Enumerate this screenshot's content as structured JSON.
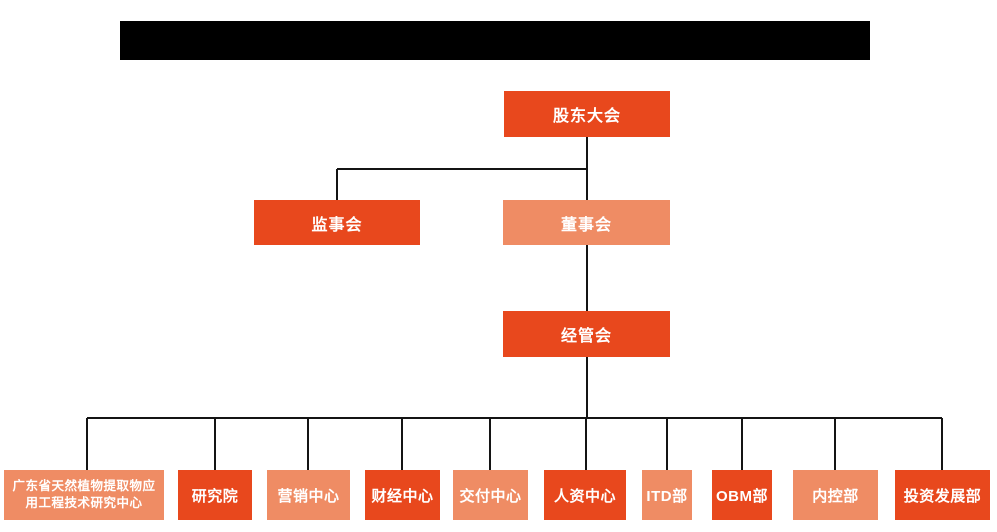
{
  "colors": {
    "primary": "#E8481D",
    "secondary": "#EF8C64",
    "line": "#141414",
    "text": "#FFFFFF",
    "redaction": "#000000"
  },
  "org": {
    "root": {
      "label": "股东大会"
    },
    "level2": [
      {
        "label": "监事会"
      },
      {
        "label": "董事会"
      }
    ],
    "level3": [
      {
        "label": "经管会"
      }
    ],
    "departments": [
      {
        "label": "广东省天然植物提取物应\n用工程技术研究中心"
      },
      {
        "label": "研究院"
      },
      {
        "label": "营销中心"
      },
      {
        "label": "财经中心"
      },
      {
        "label": "交付中心"
      },
      {
        "label": "人资中心"
      },
      {
        "label": "ITD部"
      },
      {
        "label": "OBM部"
      },
      {
        "label": "内控部"
      },
      {
        "label": "投资发展部"
      }
    ]
  }
}
